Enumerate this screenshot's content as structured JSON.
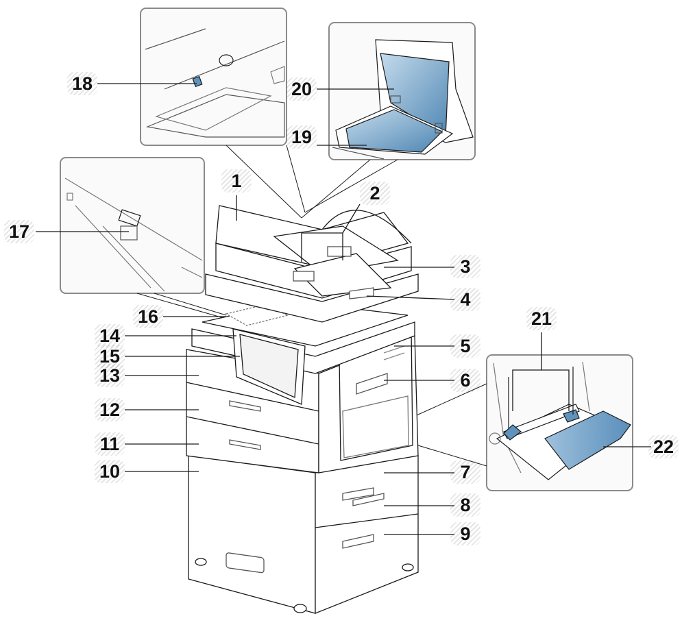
{
  "diagram": {
    "callouts": [
      {
        "id": "1",
        "label": "1"
      },
      {
        "id": "2",
        "label": "2"
      },
      {
        "id": "3",
        "label": "3"
      },
      {
        "id": "4",
        "label": "4"
      },
      {
        "id": "5",
        "label": "5"
      },
      {
        "id": "6",
        "label": "6"
      },
      {
        "id": "7",
        "label": "7"
      },
      {
        "id": "8",
        "label": "8"
      },
      {
        "id": "9",
        "label": "9"
      },
      {
        "id": "10",
        "label": "10"
      },
      {
        "id": "11",
        "label": "11"
      },
      {
        "id": "12",
        "label": "12"
      },
      {
        "id": "13",
        "label": "13"
      },
      {
        "id": "14",
        "label": "14"
      },
      {
        "id": "15",
        "label": "15"
      },
      {
        "id": "16",
        "label": "16"
      },
      {
        "id": "17",
        "label": "17"
      },
      {
        "id": "18",
        "label": "18"
      },
      {
        "id": "19",
        "label": "19"
      },
      {
        "id": "20",
        "label": "20"
      },
      {
        "id": "21",
        "label": "21"
      },
      {
        "id": "22",
        "label": "22"
      }
    ],
    "colors": {
      "line": "#1a1a1a",
      "glass": "#5f93bd",
      "glass_light": "#c4dbec",
      "inset_border": "#8a8a8a",
      "inset_fill": "#fafafa"
    }
  }
}
